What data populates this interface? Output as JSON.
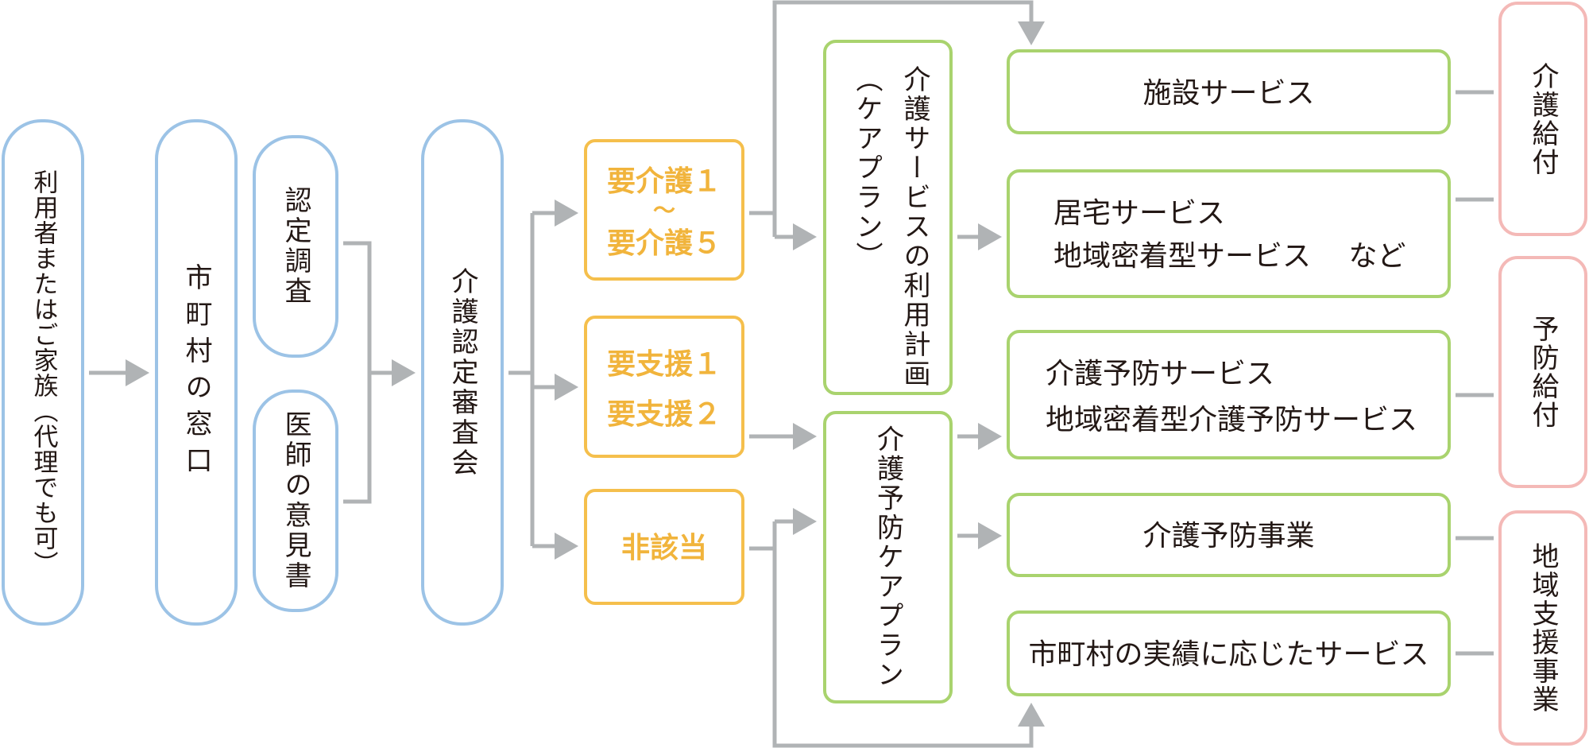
{
  "nodes": {
    "applicant": "利用者またはご家族（代理でも可）",
    "municipal_window": "市町村の窓口",
    "certification_survey": "認定調査",
    "doctor_opinion": "医師の意見書",
    "review_board": "介護認定審査会"
  },
  "levels": {
    "care_line1": "要介護１",
    "care_line2": "〜",
    "care_line3": "要介護５",
    "support_line1": "要支援１",
    "support_line2": "要支援２",
    "not_applicable": "非該当"
  },
  "plans": {
    "care_plan_main": "介護サービスの利用計画",
    "care_plan_sub": "（ケアプラン）",
    "prevention_plan": "介護予防ケアプラン"
  },
  "services": {
    "facility": "施設サービス",
    "home_line1": "居宅サービス",
    "home_line2": "地域密着型サービス　 など",
    "prevention_line1": "介護予防サービス",
    "prevention_line2": "地域密着型介護予防サービス",
    "prevention_project": "介護予防事業",
    "municipal_service": "市町村の実績に応じたサービス"
  },
  "benefits": {
    "care_benefit": "介護給付",
    "prevention_benefit": "予防給付",
    "community_support": "地域支援事業"
  },
  "colors": {
    "start_border": "#9cc3e6",
    "level_border": "#f5bf4c",
    "level_text": "#f1b43c",
    "service_border": "#a9d36e",
    "benefit_border": "#f4b9b7",
    "connector": "#b0b3b5"
  }
}
